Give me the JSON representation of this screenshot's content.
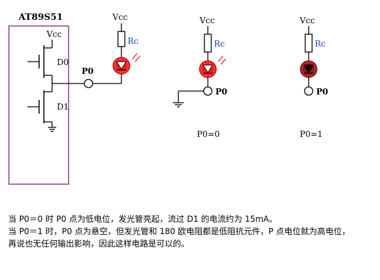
{
  "diagram": {
    "chip_label": "AT89S51",
    "vcc_label": "Vcc",
    "d0_label": "D0",
    "d1_label": "D1",
    "p0_label": "P0",
    "rc_label": "Rc",
    "state_low": "P0=0",
    "state_high": "P0=1",
    "colors": {
      "chip_border": "#8a3f8f",
      "resistor": "#000000",
      "rc_text": "#1a3dbb",
      "led_fill": "#ff2a2a",
      "led_dark": "#8b1a1a",
      "glow": "#e41d1d"
    }
  },
  "caption": {
    "line1": "当 P0＝0 时 P0 点为低电位，发光管亮起，流过 D1 的电流约为 15mA。",
    "line2": "当 P0＝1 时，P0 点为悬空，但发光管和 180 欧电阻都是低阻抗元件，P 点电位就为高电位，",
    "line3": "再说也无任何输出影响，因此这样电路是可以的。"
  }
}
